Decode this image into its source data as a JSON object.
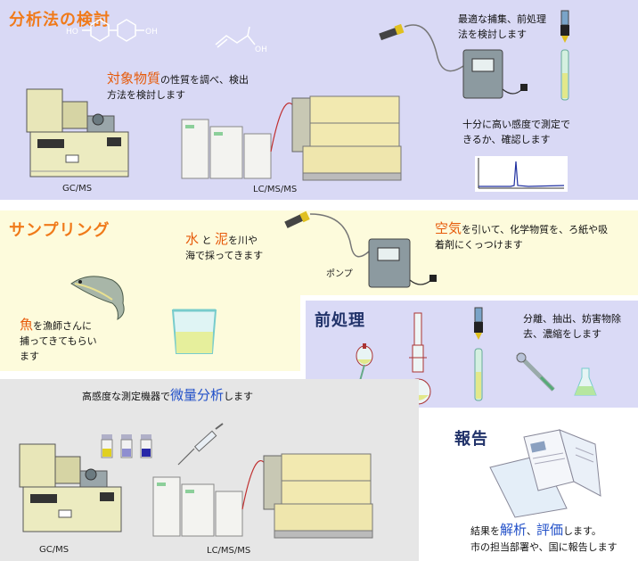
{
  "analysis": {
    "title": "分析法の検討",
    "target_highlight": "対象物質",
    "target_text_rest": "の性質を調べ、検出方法を検討します",
    "collection_text": "最適な捕集、前処理法を検討します",
    "sensitivity_text": "十分に高い感度で測定できるか、確認します",
    "gcms_label": "GC/MS",
    "lcms_label": "LC/MS/MS",
    "formula_a_ho": "HO",
    "formula_a_oh": "OH",
    "formula_b_oh": "OH"
  },
  "sampling": {
    "title": "サンプリング",
    "water_hl": "水",
    "to": "と",
    "mud_hl": "泥",
    "water_rest": "を川や海で採ってきます",
    "air_hl": "空気",
    "air_rest": "を引いて、化学物質を、ろ紙や吸着剤にくっつけます",
    "pump_label": "ポンプ",
    "fish_hl": "魚",
    "fish_rest": "を漁師さんに捕ってきてもらいます"
  },
  "pretreatment": {
    "title": "前処理",
    "text": "分離、抽出、妨害物除去、濃縮をします"
  },
  "measurement": {
    "prefix": "高感度な測定機器で",
    "highlight": "微量分析",
    "suffix": "します",
    "gcms_label": "GC/MS",
    "lcms_label": "LC/MS/MS"
  },
  "report": {
    "title": "報告",
    "line1_a": "結果を",
    "line1_hl1": "解析",
    "line1_b": "、",
    "line1_hl2": "評価",
    "line1_c": "します。",
    "line2": "市の担当部署や、国に報告します"
  },
  "colors": {
    "heading_orange": "#f07a1a",
    "heading_navy": "#22336a",
    "analysis_bg": "#d9d9f5",
    "sampling_bg": "#fdfbdc",
    "measure_bg": "#e6e6e6"
  }
}
